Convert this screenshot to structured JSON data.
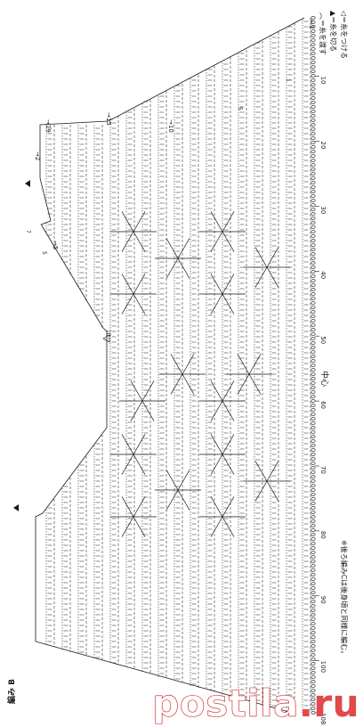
{
  "title": "編み B",
  "legend": {
    "attach": "＝糸をつける",
    "cut": "＝糸を切る",
    "pass": "＝糸を渡す"
  },
  "note": "※後ろ編みCは後身頃と同様に編む。",
  "center_label": "中心",
  "stitch_numbers": [
    "10",
    "20",
    "30",
    "40",
    "50",
    "60",
    "70",
    "80",
    "90",
    "100",
    "108"
  ],
  "row_numbers_top": [
    "←1",
    "→2",
    "→5",
    "→10",
    "→15",
    "→19"
  ],
  "row_markers_edge": [
    "1",
    "5",
    "10",
    "7",
    "5"
  ],
  "colors": {
    "ink": "#1a1a1a",
    "watermark": "#c81e1e"
  },
  "watermark": "postila.ru"
}
